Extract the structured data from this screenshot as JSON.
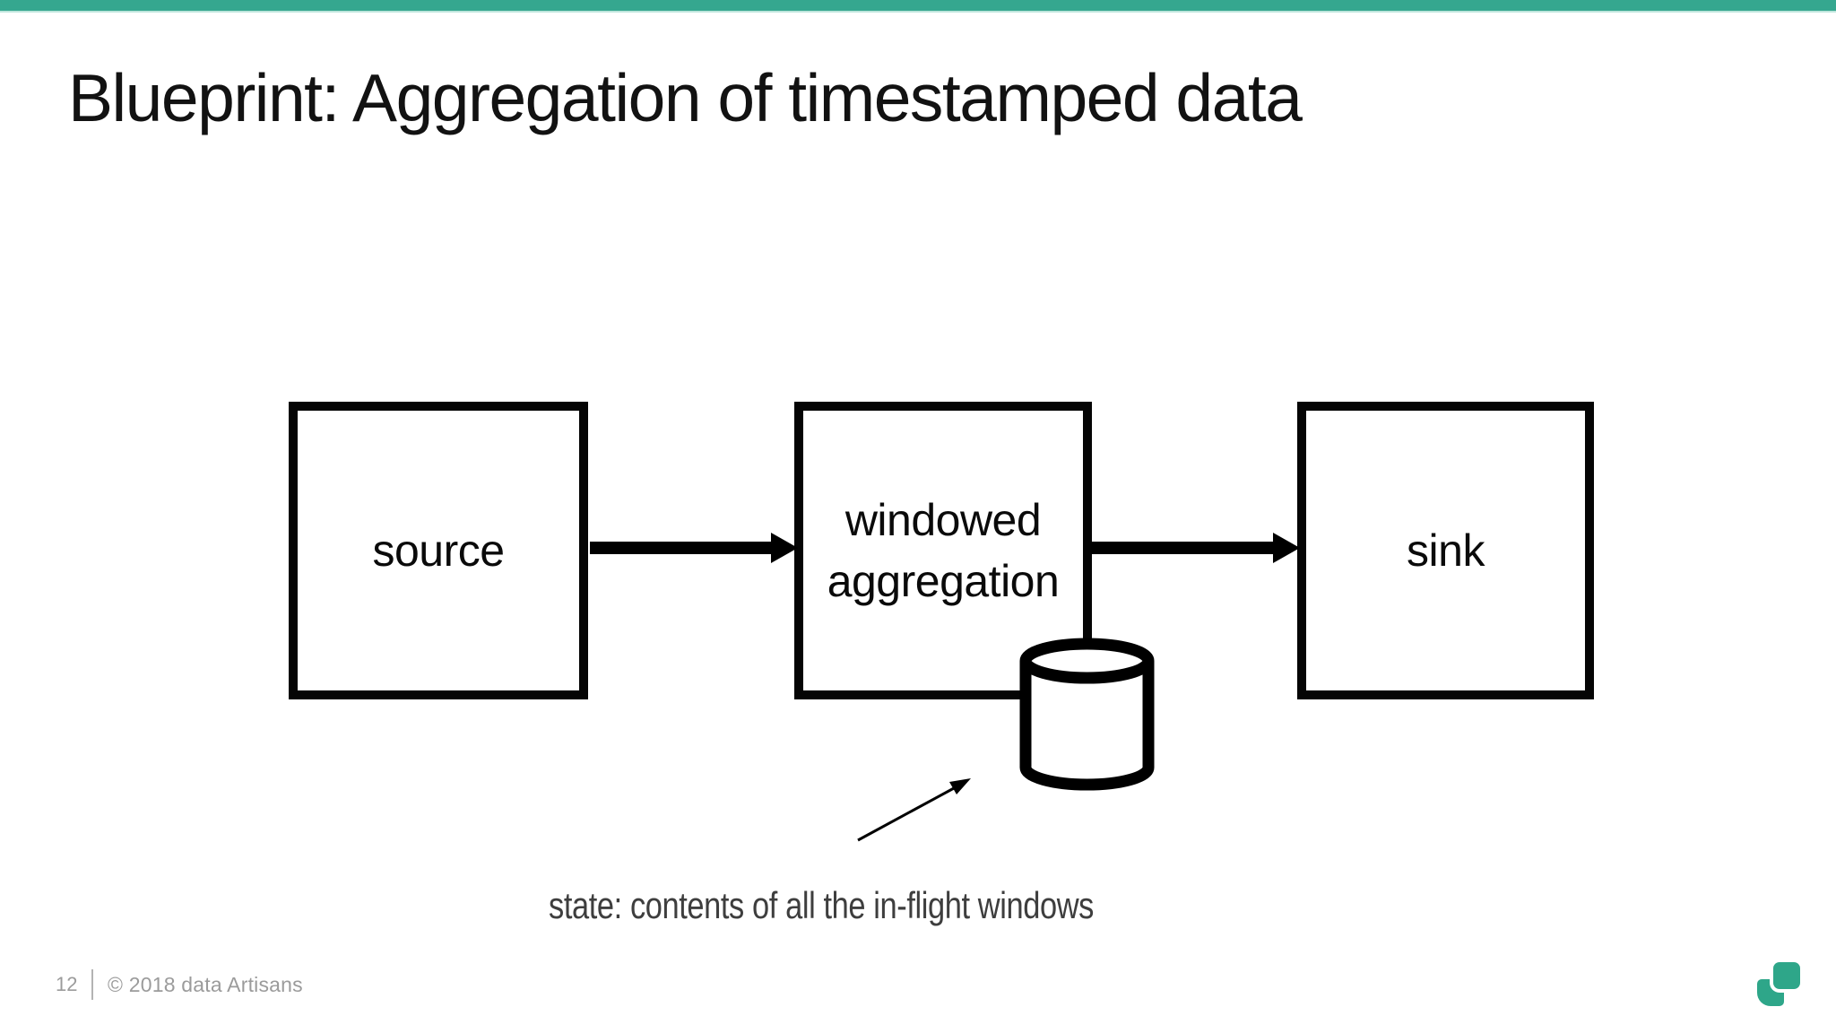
{
  "slide": {
    "title": "Blueprint: Aggregation of timestamped data",
    "accent_color": "#35A78F",
    "background_color": "#FFFFFF"
  },
  "diagram": {
    "nodes": [
      {
        "id": "source",
        "label": "source"
      },
      {
        "id": "windowed-aggregation",
        "label": "windowed aggregation"
      },
      {
        "id": "sink",
        "label": "sink"
      }
    ],
    "flows": [
      {
        "from": "source",
        "to": "windowed-aggregation"
      },
      {
        "from": "windowed-aggregation",
        "to": "sink"
      }
    ],
    "state_icon": "database-cylinder-icon",
    "annotation": "state: contents of all the in-flight windows",
    "line_color": "#000000"
  },
  "footer": {
    "page_number": "12",
    "copyright": "© 2018 data Artisans",
    "logo": "data-artisans-logo",
    "logo_color": "#2EA689",
    "text_color": "#9B9B9B"
  }
}
